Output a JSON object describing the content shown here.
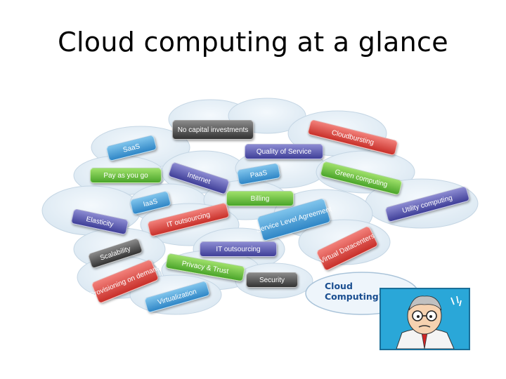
{
  "slide": {
    "title": "Cloud computing at a glance"
  },
  "tags": {
    "no_capital": "No capital investments",
    "cloudbursting": "Cloudbursting",
    "saas": "SaaS",
    "quality_of_service": "Quality of Service",
    "pay_as_you_go": "Pay as you go",
    "internet": "Internet",
    "paas": "PaaS",
    "green_computing": "Green computing",
    "iaas": "IaaS",
    "billing": "Billing",
    "utility_computing": "Utility computing",
    "elasticity": "Elasticity",
    "it_outsourcing_1": "IT outsourcing",
    "service_level_agreement": "Service Level Agreement",
    "virtual_datacenters": "Virtual Datacenters",
    "scalability": "Scalability",
    "it_outsourcing_2": "IT outsourcing",
    "provisioning_on_demand": "Provisioning on demand",
    "privacy_trust": "Privacy & Trust",
    "security": "Security",
    "virtualization": "Virtualization"
  },
  "callout": {
    "text": "Cloud Computing?"
  },
  "colors": {
    "blue": "#2f86c6",
    "green": "#4aa42a",
    "red": "#c8302a",
    "purple": "#3f3f98",
    "dark": "#333333"
  }
}
